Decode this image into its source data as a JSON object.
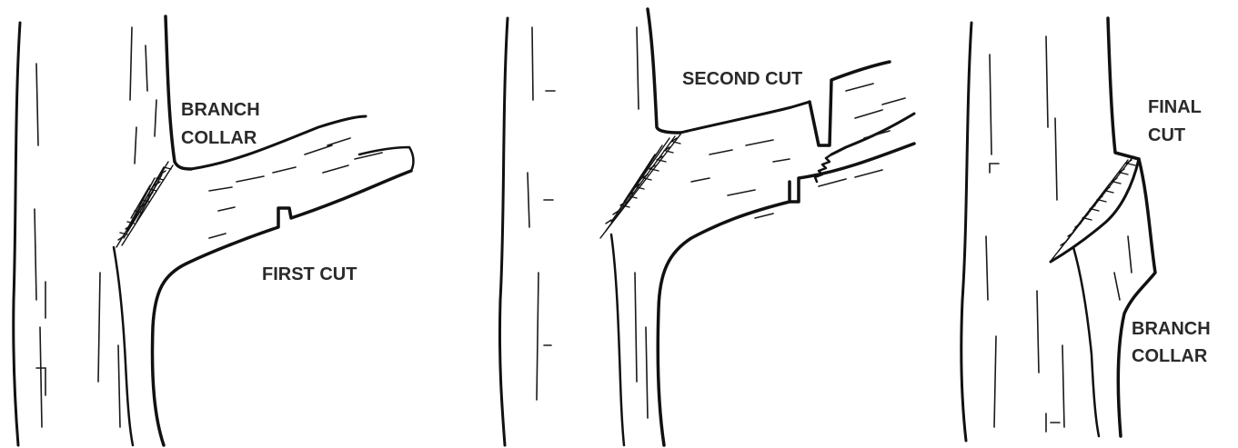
{
  "panels": [
    {
      "id": "step-1",
      "labels": [
        "BRANCH",
        "COLLAR",
        "FIRST CUT"
      ]
    },
    {
      "id": "step-2",
      "labels": [
        "SECOND CUT"
      ]
    },
    {
      "id": "step-3",
      "labels": [
        "FINAL",
        "CUT",
        "BRANCH",
        "COLLAR"
      ]
    }
  ],
  "colors": {
    "ink": "#111111",
    "label": "#2a2a2a",
    "background": "#ffffff"
  }
}
